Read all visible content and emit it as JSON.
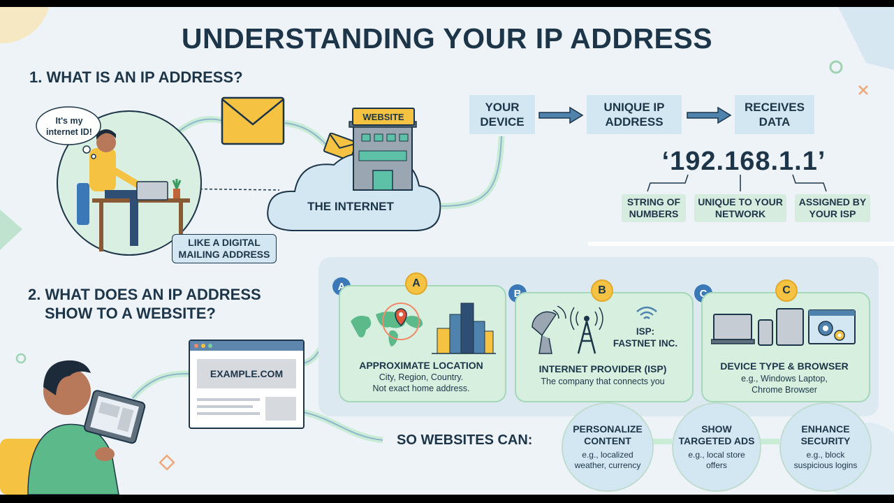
{
  "title": "UNDERSTANDING YOUR IP ADDRESS",
  "section1": {
    "heading": "1. WHAT IS AN IP ADDRESS?",
    "thought_bubble": "It's my internet ID!",
    "mailing_note": "LIKE A DIGITAL MAILING ADDRESS",
    "website_sign": "WEBSITE",
    "internet_label": "THE INTERNET",
    "flow": [
      "YOUR DEVICE",
      "UNIQUE IP ADDRESS",
      "RECEIVES DATA"
    ],
    "ip_example": "‘192.168.1.1’",
    "ip_parts": [
      "STRING OF NUMBERS",
      "UNIQUE TO YOUR NETWORK",
      "ASSIGNED BY YOUR ISP"
    ]
  },
  "section2": {
    "heading_line1": "2. WHAT DOES AN IP ADDRESS",
    "heading_line2": "SHOW TO A WEBSITE?",
    "browser_url": "EXAMPLE.COM",
    "cards": [
      {
        "badge": "A",
        "icon_badge": "A",
        "title": "APPROXIMATE LOCATION",
        "desc1": "City, Region, Country.",
        "desc2": "Not exact home address."
      },
      {
        "badge": "B",
        "icon_badge": "B",
        "isp_label1": "ISP:",
        "isp_label2": "FASTNET INC.",
        "title": "INTERNET PROVIDER (ISP)",
        "desc1": "The company that connects you"
      },
      {
        "badge": "C",
        "icon_badge": "C",
        "title": "DEVICE TYPE & BROWSER",
        "desc1": "e.g., Windows Laptop,",
        "desc2": "Chrome Browser"
      }
    ],
    "so_websites_can": "SO WEBSITES CAN:",
    "outcomes": [
      {
        "t1": "PERSONALIZE",
        "t2": "CONTENT",
        "d1": "e.g., localized",
        "d2": "weather, currency"
      },
      {
        "t1": "SHOW",
        "t2": "TARGETED ADS",
        "d1": "e.g., local store",
        "d2": "offers"
      },
      {
        "t1": "ENHANCE",
        "t2": "SECURITY",
        "d1": "e.g., block",
        "d2": "suspicious logins"
      }
    ]
  },
  "colors": {
    "navy": "#1d3548",
    "blue_box": "#d3e7f2",
    "green_card": "#d6efdf",
    "accent_yellow": "#f5c242",
    "badge_blue": "#3a78b8"
  }
}
